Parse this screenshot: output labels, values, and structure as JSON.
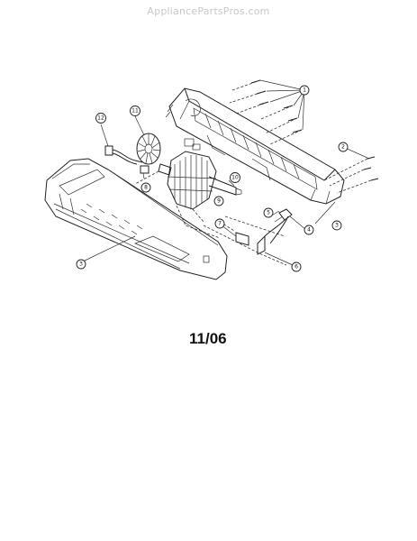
{
  "watermark": "AppliancePartsPros.com",
  "date_code": "11/06",
  "callouts": [
    {
      "id": "c1",
      "label": "1"
    },
    {
      "id": "c2",
      "label": "2"
    },
    {
      "id": "c3a",
      "label": "3"
    },
    {
      "id": "c3b",
      "label": "3"
    },
    {
      "id": "c4",
      "label": "4"
    },
    {
      "id": "c5",
      "label": "5"
    },
    {
      "id": "c6",
      "label": "6"
    },
    {
      "id": "c7",
      "label": "7"
    },
    {
      "id": "c8",
      "label": "8"
    },
    {
      "id": "c9",
      "label": "9"
    },
    {
      "id": "c10",
      "label": "10"
    },
    {
      "id": "c11",
      "label": "11"
    },
    {
      "id": "c12",
      "label": "12"
    }
  ]
}
